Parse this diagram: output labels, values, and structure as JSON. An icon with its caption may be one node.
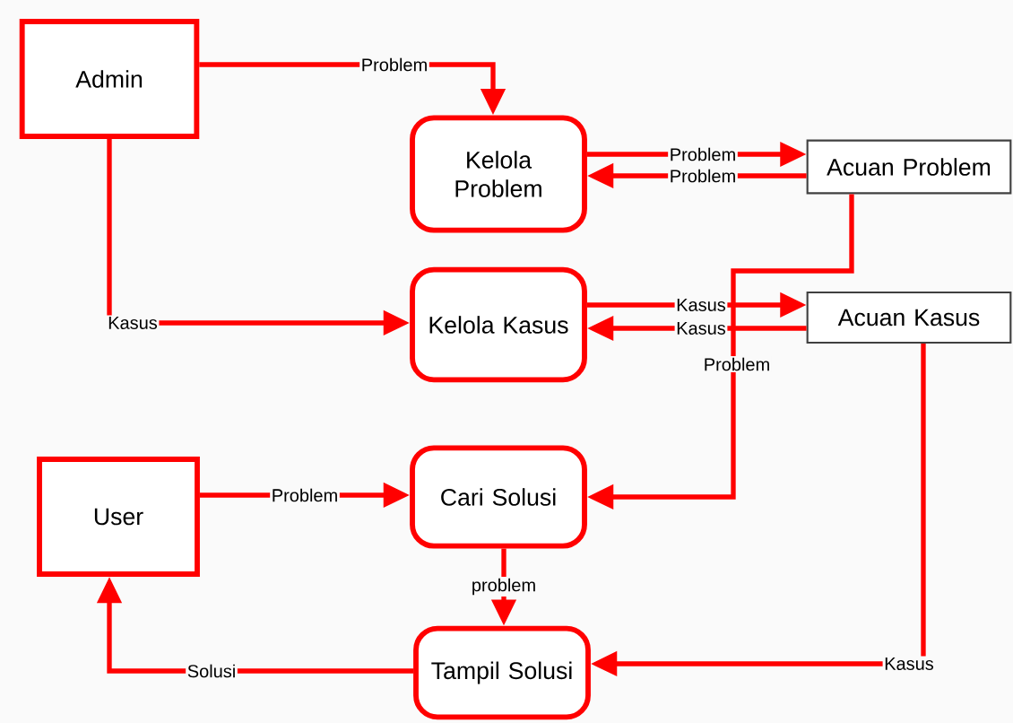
{
  "diagram": {
    "nodes": [
      {
        "text": [
          "Admin"
        ]
      },
      {
        "text": [
          "Kelola Problem"
        ]
      },
      {
        "text": [
          "Acuan Problem"
        ]
      },
      {
        "text": [
          "Kelola Kasus"
        ]
      },
      {
        "text": [
          "Acuan Kasus"
        ]
      },
      {
        "text": [
          "User"
        ]
      },
      {
        "text": [
          "Cari Solusi"
        ]
      },
      {
        "text": [
          "Tampil Solusi"
        ]
      }
    ],
    "edges": [
      {
        "from": 0,
        "to": 1,
        "arrow": "to",
        "label": "Problem"
      },
      {
        "from": 0,
        "to": 3,
        "arrow": "to",
        "label": "Kasus"
      },
      {
        "from": 1,
        "to": 2,
        "arrow": "to",
        "label": "Problem"
      },
      {
        "from": 2,
        "to": 1,
        "arrow": "to",
        "label": "Problem"
      },
      {
        "from": 3,
        "to": 4,
        "arrow": "to",
        "label": "Kasus"
      },
      {
        "from": 4,
        "to": 3,
        "arrow": "to",
        "label": "Kasus"
      },
      {
        "from": 2,
        "to": 6,
        "arrow": "to",
        "label": "Problem"
      },
      {
        "from": 5,
        "to": 6,
        "arrow": "to",
        "label": "Problem"
      },
      {
        "from": 6,
        "to": 7,
        "arrow": "to",
        "label": "problem"
      },
      {
        "from": 7,
        "to": 5,
        "arrow": "to",
        "label": "Solusi"
      },
      {
        "from": 4,
        "to": 7,
        "arrow": "to",
        "label": "Kasus"
      }
    ]
  }
}
